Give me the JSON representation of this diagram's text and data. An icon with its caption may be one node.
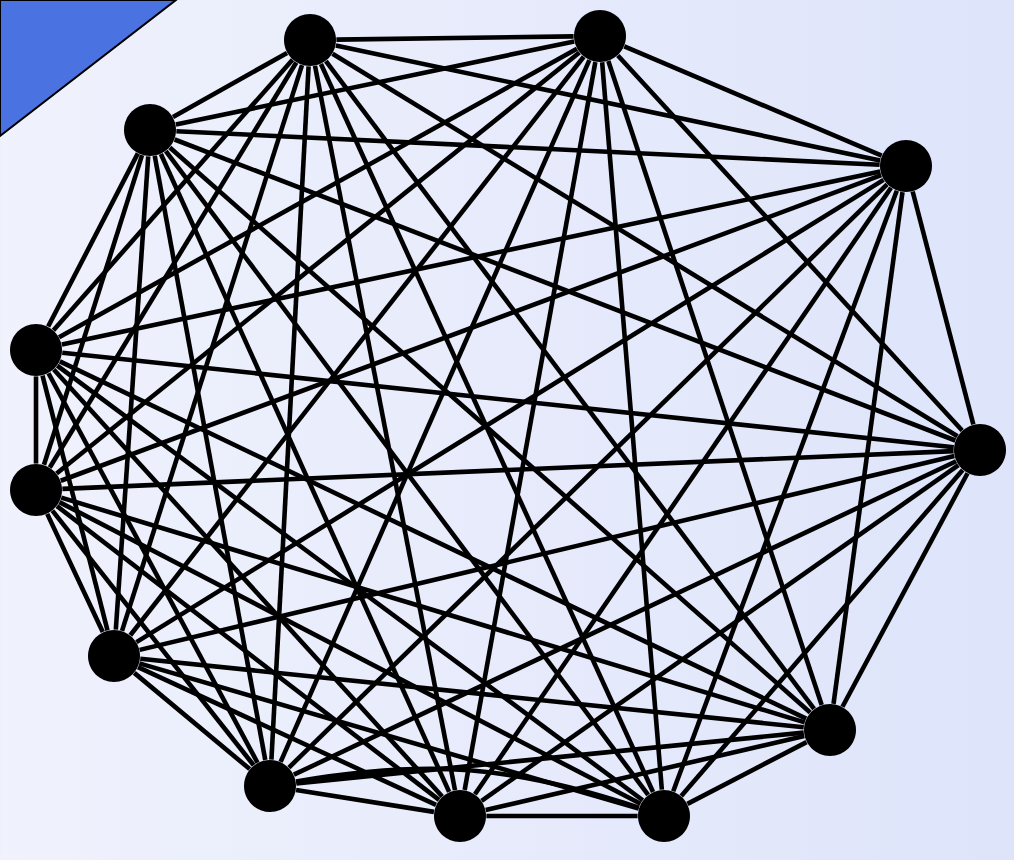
{
  "diagram": {
    "nodes": [
      {
        "text": [],
        "shape": "circle"
      },
      {
        "text": [],
        "shape": "circle"
      },
      {
        "text": [],
        "shape": "circle"
      },
      {
        "text": [],
        "shape": "circle"
      },
      {
        "text": [],
        "shape": "circle"
      },
      {
        "text": [],
        "shape": "circle"
      },
      {
        "text": [],
        "shape": "circle"
      },
      {
        "text": [],
        "shape": "circle"
      },
      {
        "text": [],
        "shape": "circle"
      },
      {
        "text": [],
        "shape": "circle"
      },
      {
        "text": [],
        "shape": "circle"
      },
      {
        "text": [],
        "shape": "circle"
      }
    ],
    "edges": [
      {
        "from": 0,
        "to": 1,
        "arrow": "none"
      },
      {
        "from": 0,
        "to": 2,
        "arrow": "none"
      },
      {
        "from": 0,
        "to": 3,
        "arrow": "none"
      },
      {
        "from": 0,
        "to": 4,
        "arrow": "none"
      },
      {
        "from": 0,
        "to": 5,
        "arrow": "none"
      },
      {
        "from": 0,
        "to": 6,
        "arrow": "none"
      },
      {
        "from": 0,
        "to": 7,
        "arrow": "none"
      },
      {
        "from": 0,
        "to": 8,
        "arrow": "none"
      },
      {
        "from": 0,
        "to": 9,
        "arrow": "none"
      },
      {
        "from": 0,
        "to": 10,
        "arrow": "none"
      },
      {
        "from": 0,
        "to": 11,
        "arrow": "none"
      },
      {
        "from": 1,
        "to": 2,
        "arrow": "none"
      },
      {
        "from": 1,
        "to": 3,
        "arrow": "none"
      },
      {
        "from": 1,
        "to": 4,
        "arrow": "none"
      },
      {
        "from": 1,
        "to": 5,
        "arrow": "none"
      },
      {
        "from": 1,
        "to": 6,
        "arrow": "none"
      },
      {
        "from": 1,
        "to": 7,
        "arrow": "none"
      },
      {
        "from": 1,
        "to": 8,
        "arrow": "none"
      },
      {
        "from": 1,
        "to": 9,
        "arrow": "none"
      },
      {
        "from": 1,
        "to": 10,
        "arrow": "none"
      },
      {
        "from": 1,
        "to": 11,
        "arrow": "none"
      },
      {
        "from": 2,
        "to": 3,
        "arrow": "none"
      },
      {
        "from": 2,
        "to": 4,
        "arrow": "none"
      },
      {
        "from": 2,
        "to": 5,
        "arrow": "none"
      },
      {
        "from": 2,
        "to": 6,
        "arrow": "none"
      },
      {
        "from": 2,
        "to": 7,
        "arrow": "none"
      },
      {
        "from": 2,
        "to": 8,
        "arrow": "none"
      },
      {
        "from": 2,
        "to": 9,
        "arrow": "none"
      },
      {
        "from": 2,
        "to": 10,
        "arrow": "none"
      },
      {
        "from": 2,
        "to": 11,
        "arrow": "none"
      },
      {
        "from": 3,
        "to": 4,
        "arrow": "none"
      },
      {
        "from": 3,
        "to": 5,
        "arrow": "none"
      },
      {
        "from": 3,
        "to": 6,
        "arrow": "none"
      },
      {
        "from": 3,
        "to": 7,
        "arrow": "none"
      },
      {
        "from": 3,
        "to": 8,
        "arrow": "none"
      },
      {
        "from": 3,
        "to": 9,
        "arrow": "none"
      },
      {
        "from": 3,
        "to": 10,
        "arrow": "none"
      },
      {
        "from": 3,
        "to": 11,
        "arrow": "none"
      },
      {
        "from": 4,
        "to": 5,
        "arrow": "none"
      },
      {
        "from": 4,
        "to": 6,
        "arrow": "none"
      },
      {
        "from": 4,
        "to": 7,
        "arrow": "none"
      },
      {
        "from": 4,
        "to": 8,
        "arrow": "none"
      },
      {
        "from": 4,
        "to": 9,
        "arrow": "none"
      },
      {
        "from": 4,
        "to": 10,
        "arrow": "none"
      },
      {
        "from": 4,
        "to": 11,
        "arrow": "none"
      },
      {
        "from": 5,
        "to": 6,
        "arrow": "none"
      },
      {
        "from": 5,
        "to": 7,
        "arrow": "none"
      },
      {
        "from": 5,
        "to": 8,
        "arrow": "none"
      },
      {
        "from": 5,
        "to": 9,
        "arrow": "none"
      },
      {
        "from": 5,
        "to": 10,
        "arrow": "none"
      },
      {
        "from": 5,
        "to": 11,
        "arrow": "none"
      },
      {
        "from": 6,
        "to": 7,
        "arrow": "none"
      },
      {
        "from": 6,
        "to": 8,
        "arrow": "none"
      },
      {
        "from": 6,
        "to": 9,
        "arrow": "none"
      },
      {
        "from": 6,
        "to": 10,
        "arrow": "none"
      },
      {
        "from": 6,
        "to": 11,
        "arrow": "none"
      },
      {
        "from": 7,
        "to": 8,
        "arrow": "none"
      },
      {
        "from": 7,
        "to": 9,
        "arrow": "none"
      },
      {
        "from": 7,
        "to": 10,
        "arrow": "none"
      },
      {
        "from": 7,
        "to": 11,
        "arrow": "none"
      },
      {
        "from": 8,
        "to": 9,
        "arrow": "none"
      },
      {
        "from": 8,
        "to": 10,
        "arrow": "none"
      },
      {
        "from": 8,
        "to": 11,
        "arrow": "none"
      },
      {
        "from": 9,
        "to": 10,
        "arrow": "none"
      },
      {
        "from": 9,
        "to": 11,
        "arrow": "none"
      },
      {
        "from": 10,
        "to": 11,
        "arrow": "none"
      }
    ]
  }
}
